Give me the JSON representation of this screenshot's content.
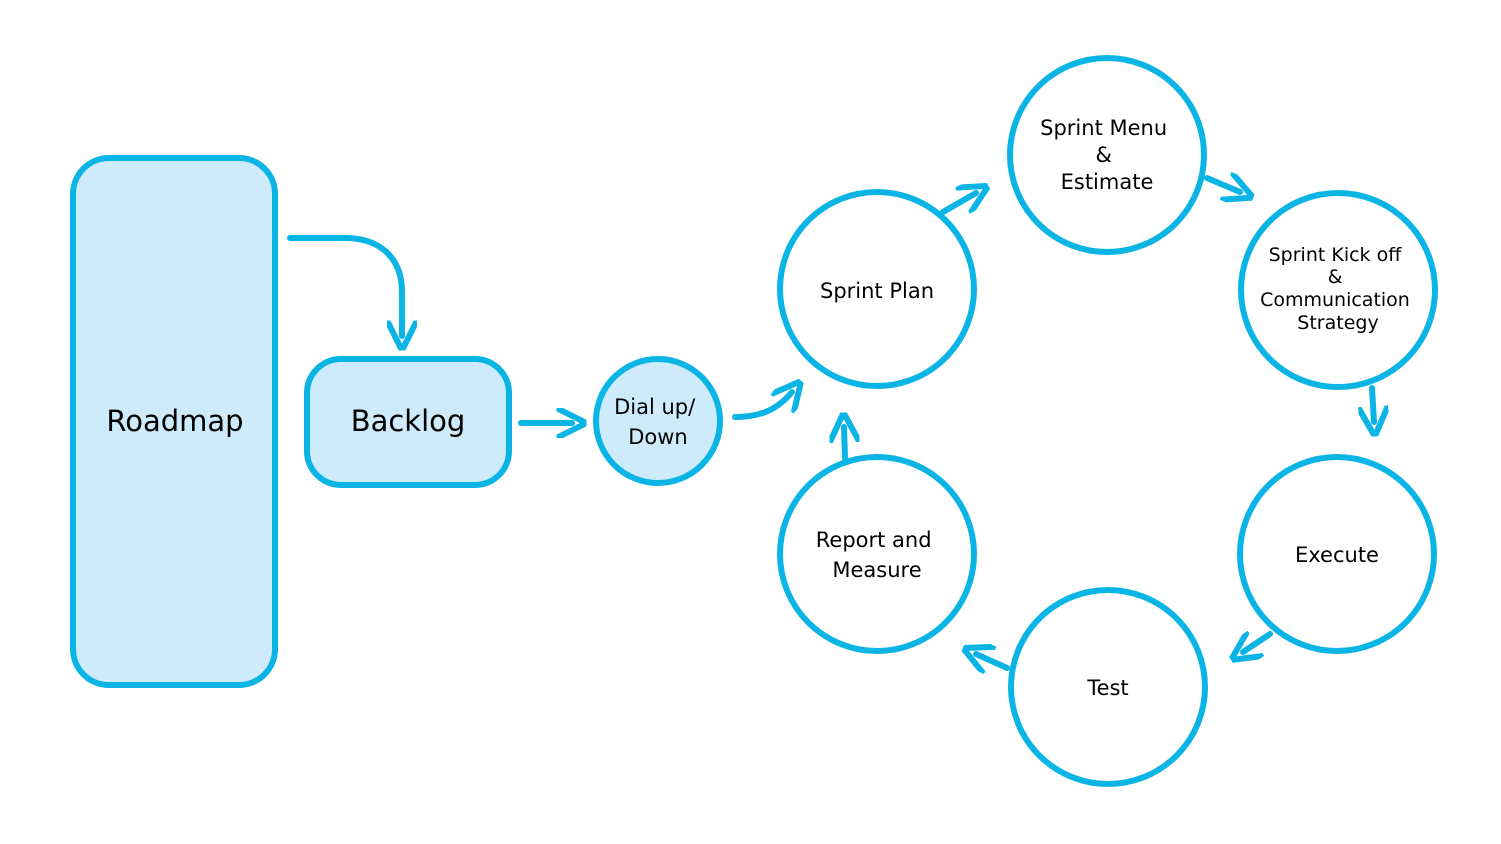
{
  "colors": {
    "accent_stroke": "#0ab4e4",
    "light_fill": "#cdebfa",
    "white_fill": "#ffffff",
    "text": "#000000"
  },
  "nodes": {
    "roadmap": {
      "label": "Roadmap"
    },
    "backlog": {
      "label": "Backlog"
    },
    "dial": {
      "lines": [
        "Dial up/",
        "Down"
      ]
    },
    "sprint_plan": {
      "label": "Sprint Plan"
    },
    "sprint_menu": {
      "lines": [
        "Sprint Menu",
        "&",
        "Estimate"
      ]
    },
    "sprint_kickoff": {
      "lines": [
        "Sprint Kick off",
        "&",
        "Communication",
        "Strategy"
      ]
    },
    "execute": {
      "label": "Execute"
    },
    "test": {
      "label": "Test"
    },
    "report": {
      "lines": [
        "Report and",
        "Measure"
      ]
    }
  },
  "edges": [
    {
      "from": "Roadmap",
      "to": "Backlog"
    },
    {
      "from": "Backlog",
      "to": "Dial up/ Down"
    },
    {
      "from": "Dial up/ Down",
      "to": "Sprint Plan"
    },
    {
      "from": "Sprint Plan",
      "to": "Sprint Menu & Estimate"
    },
    {
      "from": "Sprint Menu & Estimate",
      "to": "Sprint Kick off & Communication Strategy"
    },
    {
      "from": "Sprint Kick off & Communication Strategy",
      "to": "Execute"
    },
    {
      "from": "Execute",
      "to": "Test"
    },
    {
      "from": "Test",
      "to": "Report and Measure"
    },
    {
      "from": "Report and Measure",
      "to": "Sprint Plan"
    }
  ]
}
